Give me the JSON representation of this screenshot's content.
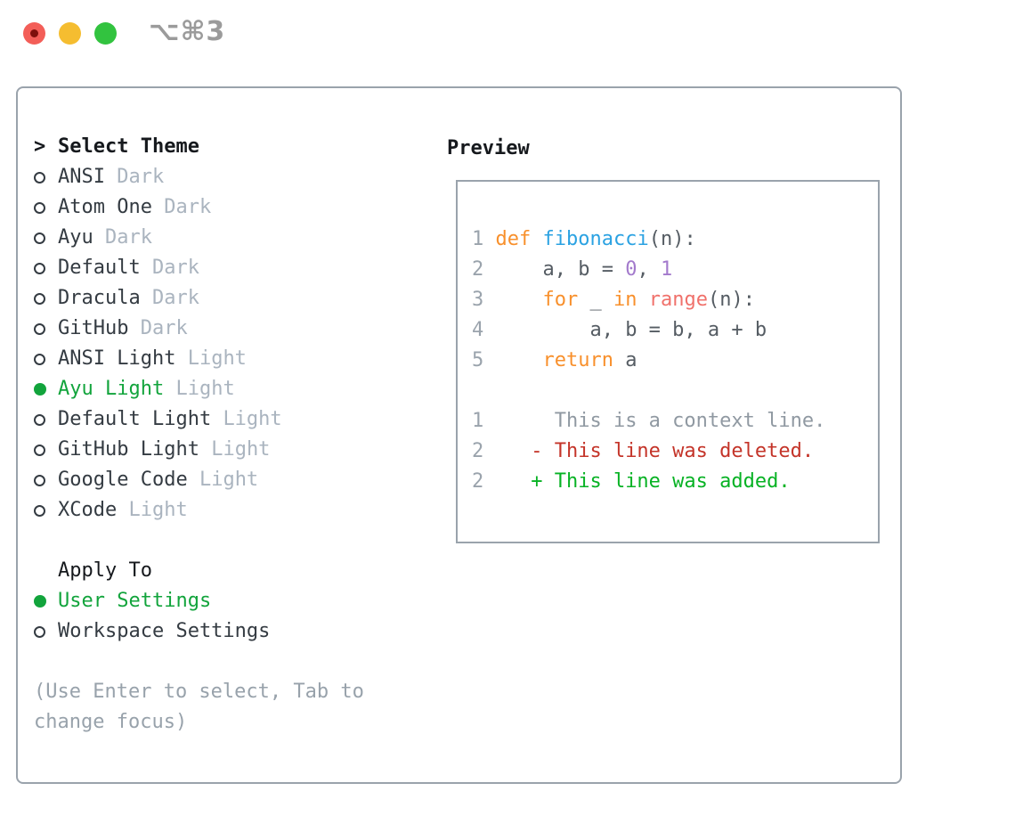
{
  "window": {
    "title_shortcut": "⌥⌘3",
    "traffic_lights": {
      "close": "red",
      "minimize": "yellow",
      "zoom": "green",
      "close_has_unsaved_dot": true
    }
  },
  "theme_picker": {
    "prompt": ">",
    "title": "Select Theme",
    "items": [
      {
        "name": "ANSI",
        "variant": "Dark",
        "selected": false
      },
      {
        "name": "Atom One",
        "variant": "Dark",
        "selected": false
      },
      {
        "name": "Ayu",
        "variant": "Dark",
        "selected": false
      },
      {
        "name": "Default",
        "variant": "Dark",
        "selected": false
      },
      {
        "name": "Dracula",
        "variant": "Dark",
        "selected": false
      },
      {
        "name": "GitHub",
        "variant": "Dark",
        "selected": false
      },
      {
        "name": "ANSI Light",
        "variant": "Light",
        "selected": false
      },
      {
        "name": "Ayu Light",
        "variant": "Light",
        "selected": true
      },
      {
        "name": "Default Light",
        "variant": "Light",
        "selected": false
      },
      {
        "name": "GitHub Light",
        "variant": "Light",
        "selected": false
      },
      {
        "name": "Google Code",
        "variant": "Light",
        "selected": false
      },
      {
        "name": "XCode",
        "variant": "Light",
        "selected": false
      }
    ],
    "apply_to": {
      "title": "Apply To",
      "options": [
        {
          "label": "User Settings",
          "selected": true
        },
        {
          "label": "Workspace Settings",
          "selected": false
        }
      ]
    },
    "hint": "(Use Enter to select, Tab to change focus)"
  },
  "preview": {
    "title": "Preview",
    "lines": [
      {
        "num": "1",
        "tokens": [
          {
            "t": " "
          },
          {
            "t": "def",
            "c": "keyword"
          },
          {
            "t": " "
          },
          {
            "t": "fibonacci",
            "c": "function"
          },
          {
            "t": "(n):"
          }
        ]
      },
      {
        "num": "2",
        "tokens": [
          {
            "t": "     a, b = "
          },
          {
            "t": "0",
            "c": "number"
          },
          {
            "t": ", "
          },
          {
            "t": "1",
            "c": "number"
          }
        ]
      },
      {
        "num": "3",
        "tokens": [
          {
            "t": "     "
          },
          {
            "t": "for",
            "c": "keyword"
          },
          {
            "t": " _ "
          },
          {
            "t": "in",
            "c": "keyword"
          },
          {
            "t": " "
          },
          {
            "t": "range",
            "c": "builtin"
          },
          {
            "t": "(n):"
          }
        ]
      },
      {
        "num": "4",
        "tokens": [
          {
            "t": "         a, b = b, a + b"
          }
        ]
      },
      {
        "num": "5",
        "tokens": [
          {
            "t": "     "
          },
          {
            "t": "return",
            "c": "keyword"
          },
          {
            "t": " a"
          }
        ]
      },
      {
        "num": "",
        "tokens": []
      },
      {
        "num": "1",
        "tokens": [
          {
            "t": "      This is a context line.",
            "c": "context"
          }
        ]
      },
      {
        "num": "2",
        "tokens": [
          {
            "t": "    - This line was deleted.",
            "c": "removed"
          }
        ]
      },
      {
        "num": "2",
        "tokens": [
          {
            "t": "    + This line was added.",
            "c": "added"
          }
        ]
      }
    ]
  },
  "palette": {
    "border_gray": "#9aa3ac",
    "text_dark": "#343b42",
    "title_black": "#16191d",
    "muted_gray": "#aab4bf",
    "hint_gray": "#98a2ab",
    "selected_green": "#12a43c",
    "line_number_gray": "#9aa3ac",
    "code_default": "#555c63",
    "keyword_orange": "#f8902c",
    "function_blue": "#2ba2e2",
    "number_purple": "#a37acc",
    "builtin_pink": "#f0716b",
    "diff_context_gray": "#9099a2",
    "diff_removed_red": "#c43429",
    "diff_added_green": "#07b224",
    "traffic_red": "#f35e58",
    "traffic_red_dot": "#7e100c",
    "traffic_yellow": "#f5bd30",
    "traffic_green": "#32c33f",
    "titlebar_gray": "#9b9b9b"
  }
}
